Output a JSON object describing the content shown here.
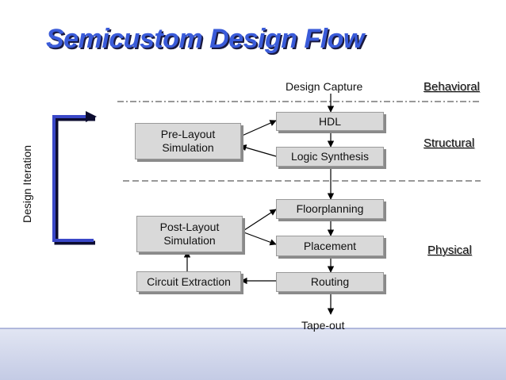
{
  "title": "Semicustom Design Flow",
  "side_label": "Design Iteration",
  "stages": {
    "behavioral": "Behavioral",
    "structural": "Structural",
    "physical": "Physical"
  },
  "flow": {
    "design_capture": "Design Capture",
    "hdl": "HDL",
    "logic_synthesis": "Logic Synthesis",
    "floorplanning": "Floorplanning",
    "placement": "Placement",
    "routing": "Routing",
    "tape_out": "Tape-out"
  },
  "side": {
    "pre_layout_line1": "Pre-Layout",
    "pre_layout_line2": "Simulation",
    "post_layout_line1": "Post-Layout",
    "post_layout_line2": "Simulation",
    "circuit_extraction": "Circuit Extraction"
  },
  "colors": {
    "title": "#3a5bd9",
    "iteration_bracket": "#3a48c8",
    "box_fill": "#d9d9d9",
    "footer_band": "#c4cbe5"
  }
}
